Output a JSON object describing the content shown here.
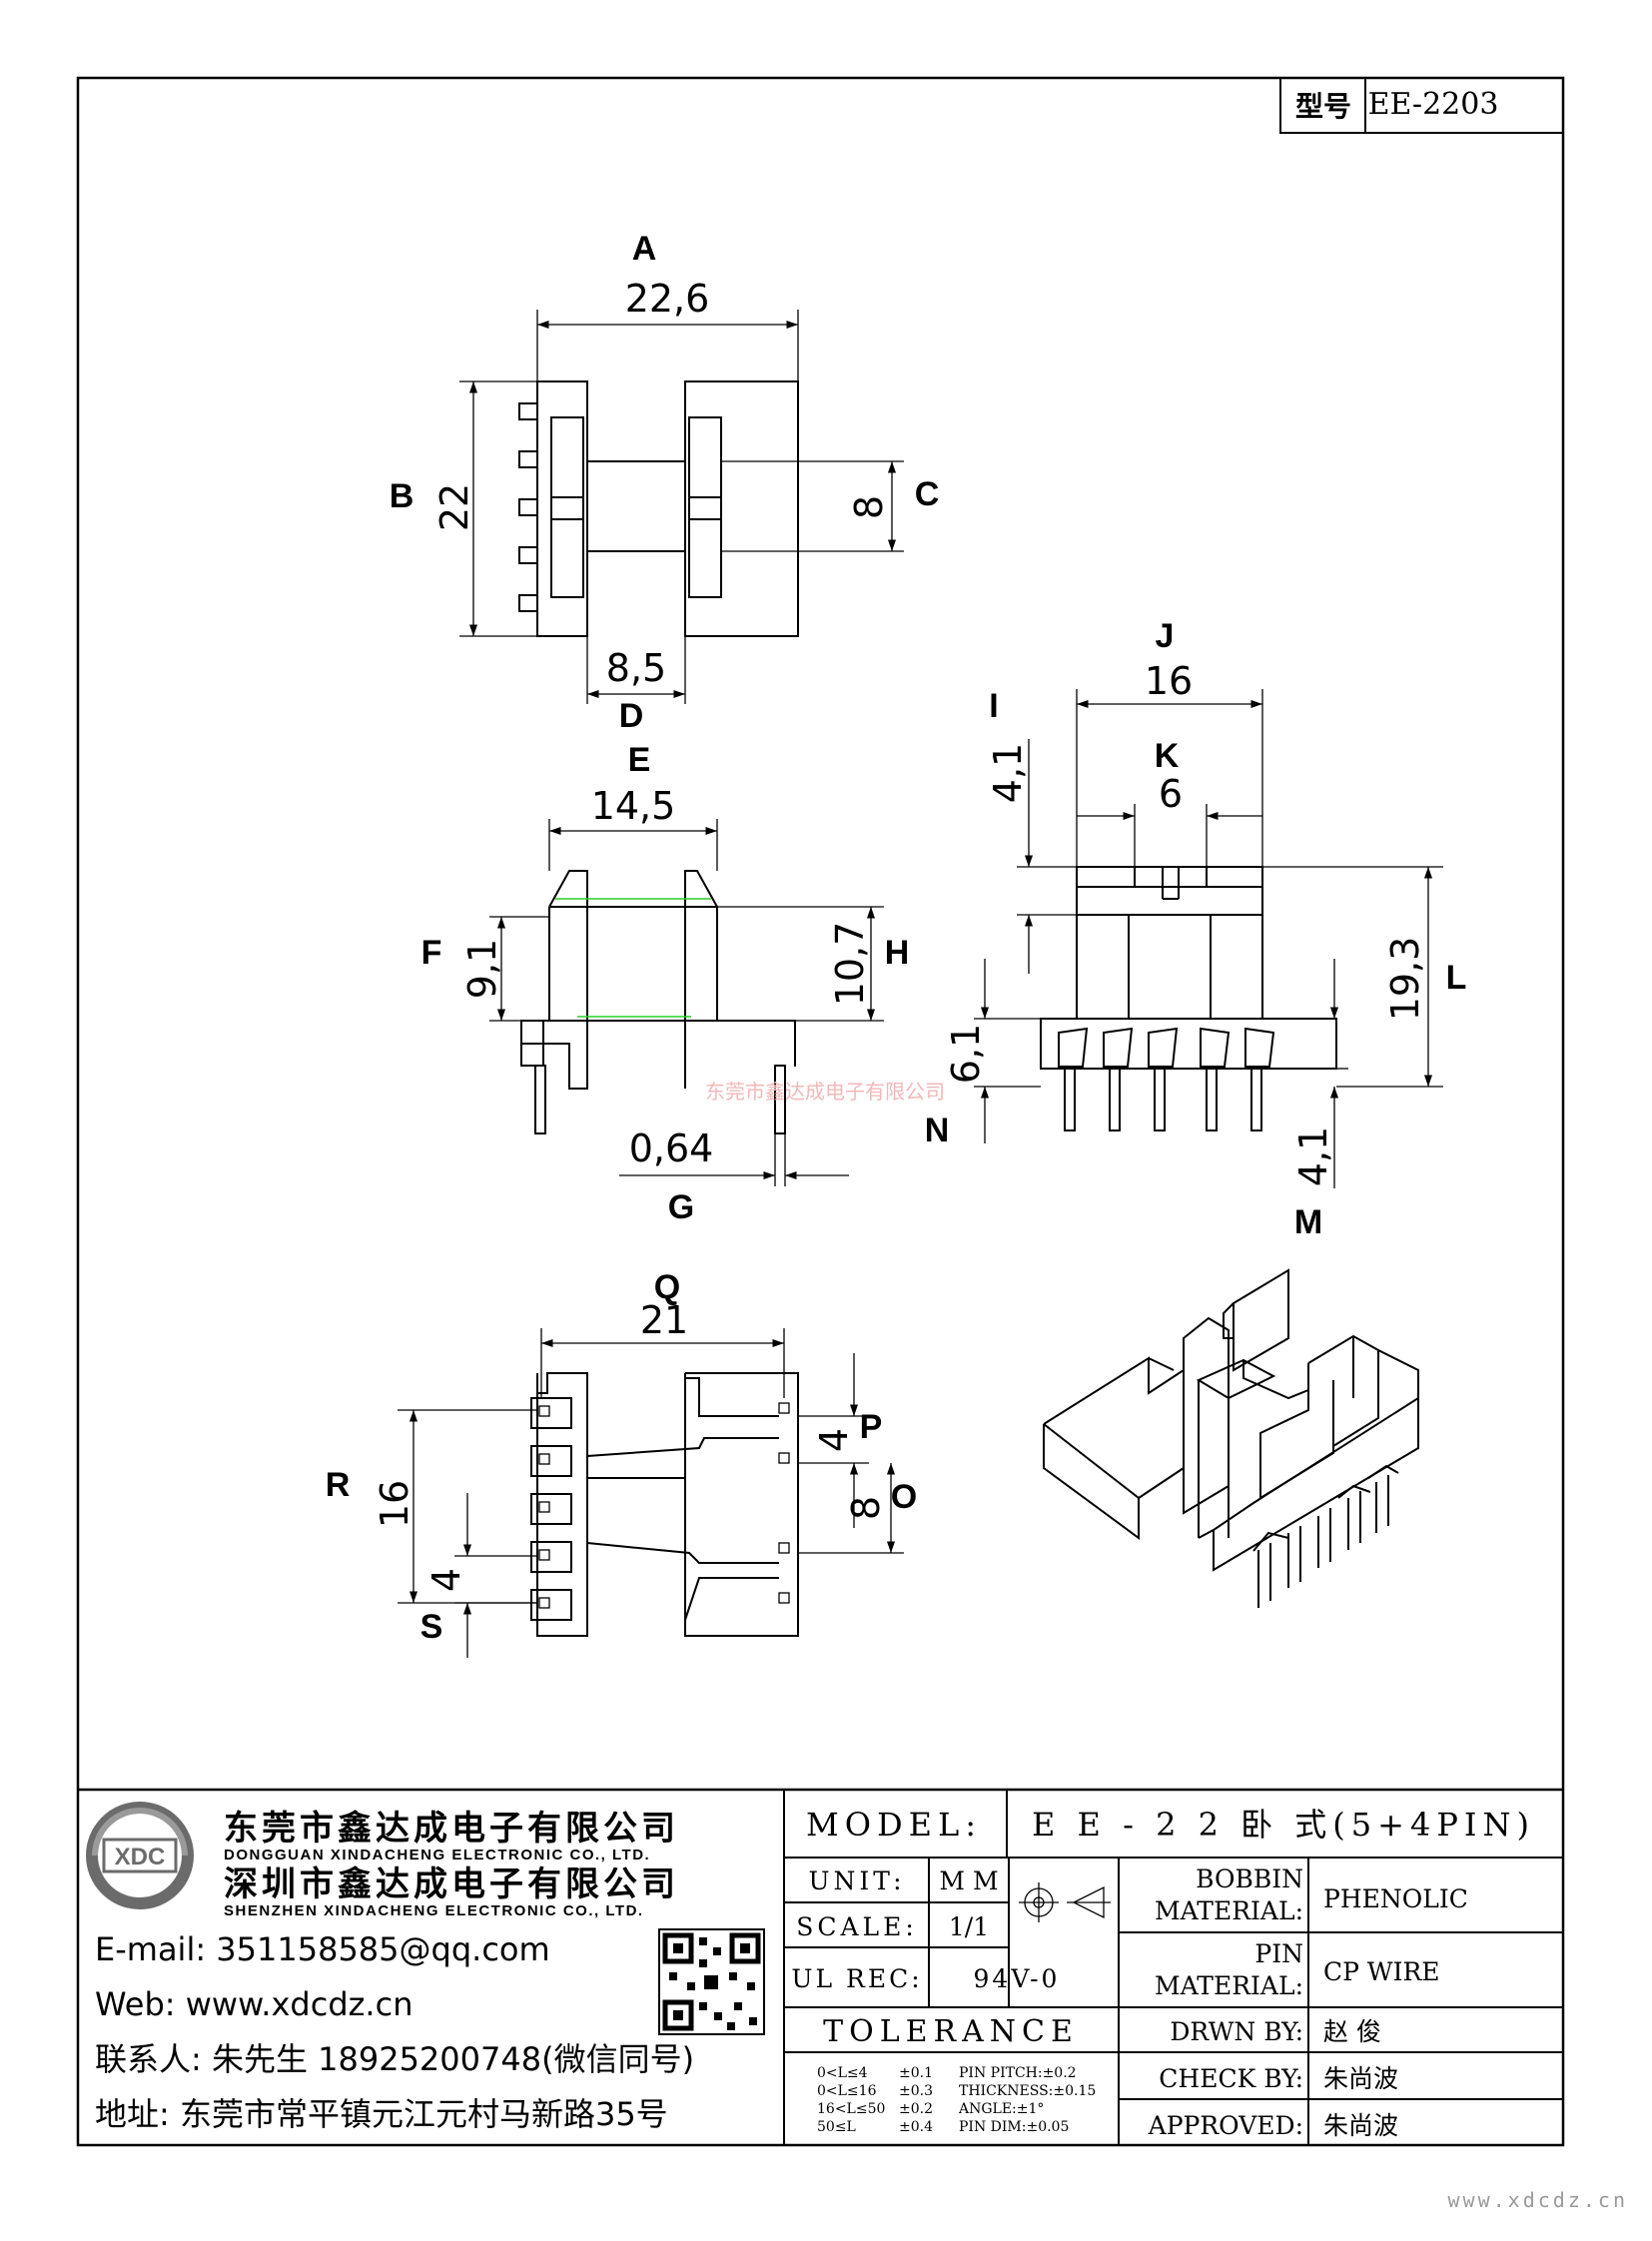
{
  "model_box": {
    "label": "型号",
    "value": "EE-2203"
  },
  "dims": {
    "A": {
      "letter": "A",
      "value": "22,6"
    },
    "B": {
      "letter": "B",
      "value": "22"
    },
    "C": {
      "letter": "C",
      "value": "8"
    },
    "D": {
      "letter": "D",
      "value": "8,5"
    },
    "E": {
      "letter": "E",
      "value": "14,5"
    },
    "F": {
      "letter": "F",
      "value": "9,1"
    },
    "G": {
      "letter": "G",
      "value": "0,64"
    },
    "H": {
      "letter": "H",
      "value": "10,7"
    },
    "I": {
      "letter": "I",
      "value": "4,1"
    },
    "J": {
      "letter": "J",
      "value": "16"
    },
    "K": {
      "letter": "K",
      "value": "6"
    },
    "L": {
      "letter": "L",
      "value": "19,3"
    },
    "M": {
      "letter": "M",
      "value": "4,1"
    },
    "N": {
      "letter": "N",
      "value": "6,1"
    },
    "O": {
      "letter": "O",
      "value": "8"
    },
    "P": {
      "letter": "P",
      "value": "4"
    },
    "Q": {
      "letter": "Q",
      "value": "21"
    },
    "R": {
      "letter": "R",
      "value": "16"
    },
    "S": {
      "letter": "S",
      "value": "4"
    }
  },
  "watermark": "东莞市鑫达成电子有限公司",
  "company": {
    "name_dg": "东莞市鑫达成电子有限公司",
    "name_dg_en": "DONGGUAN XINDACHENG ELECTRONIC CO., LTD.",
    "name_sz": "深圳市鑫达成电子有限公司",
    "name_sz_en": "SHENZHEN XINDACHENG ELECTRONIC CO., LTD.",
    "logo_text": "XDC",
    "email": "E-mail: 351158585@qq.com",
    "web": "Web: www.xdcdz.cn",
    "contact": "联系人: 朱先生 18925200748(微信同号)",
    "address": "地址: 东莞市常平镇元江元村马新路35号"
  },
  "title_block": {
    "model_label": "MODEL:",
    "model_value": "E E - 2 2 卧 式(5+4PIN)",
    "unit_label": "UNIT:",
    "unit_value": "M M",
    "scale_label": "SCALE:",
    "scale_value": "1/1",
    "ul_label": "UL REC:",
    "ul_value": "94V-0",
    "tolerance_label": "TOLERANCE",
    "bobbin_label_1": "BOBBIN",
    "bobbin_label_2": "MATERIAL:",
    "bobbin_value": "PHENOLIC",
    "pin_label_1": "PIN",
    "pin_label_2": "MATERIAL:",
    "pin_value": "CP WIRE",
    "drawn_label": "DRWN BY:",
    "drawn_value": "赵  俊",
    "check_label": "CHECK BY:",
    "check_value": "朱尚波",
    "approved_label": "APPROVED:",
    "approved_value": "朱尚波",
    "tolerances": [
      {
        "range": "0<L≤4",
        "tol": "±0.1",
        "spec": "PIN PITCH:±0.2"
      },
      {
        "range": "0<L≤16",
        "tol": "±0.3",
        "spec": "THICKNESS:±0.15"
      },
      {
        "range": "16<L≤50",
        "tol": "±0.2",
        "spec": "ANGLE:±1°"
      },
      {
        "range": "50≤L",
        "tol": "±0.4",
        "spec": "PIN DIM:±0.05"
      }
    ]
  },
  "footer_url": "www.xdcdz.cn"
}
